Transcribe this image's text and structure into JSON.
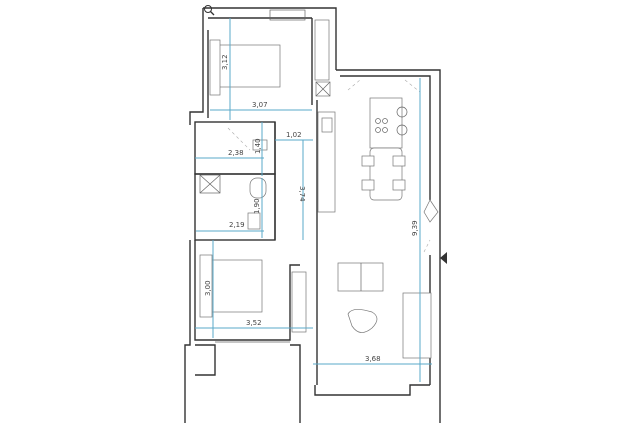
{
  "plan": {
    "dimension_color": "#5aa9c8",
    "dimensions": {
      "bedroom1_depth": "3,12",
      "bedroom1_width": "3,07",
      "hall_width": "1,02",
      "bath1_depth": "1,40",
      "bath1_width": "2,38",
      "hall_length": "3,74",
      "bath2_depth": "1,90",
      "bath2_width": "2,19",
      "bedroom2_depth": "3,00",
      "bedroom2_width": "3,52",
      "living_width": "3,68",
      "living_length": "9,39"
    },
    "icons": [
      "magnifier-icon",
      "north-arrow-icon"
    ]
  }
}
